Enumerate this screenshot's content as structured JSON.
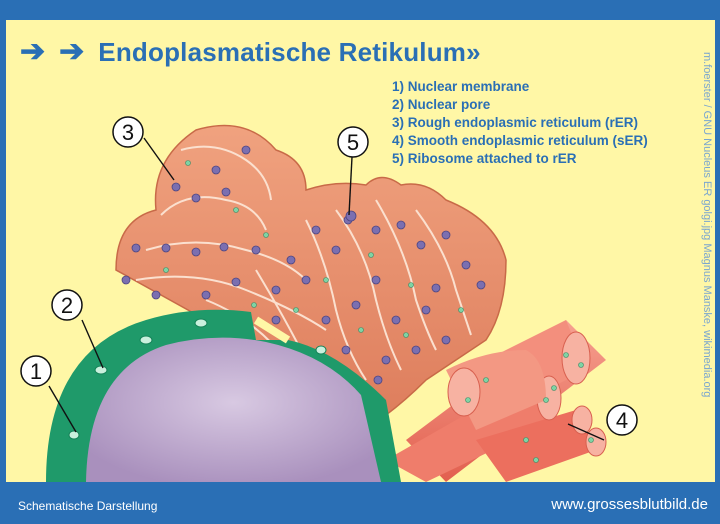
{
  "header": {
    "title": "Endoplasmatische Retikulum»",
    "arrow_icons": [
      "arrow-right-icon",
      "arrow-right-icon"
    ]
  },
  "legend": [
    "1) Nuclear membrane",
    "2) Nuclear pore",
    "3) Rough endoplasmic reticulum (rER)",
    "4) Smooth endoplasmic reticulum (sER)",
    "5) Ribosome attached to rER"
  ],
  "labels": [
    "1",
    "2",
    "3",
    "4",
    "5"
  ],
  "credit": "m.foerster / GNU Nucleus ER golgi.jpg Magnus Manske, wikimedia.org",
  "footer": {
    "left": "Schematische Darstellung",
    "right": "www.grossesblutbild.de"
  },
  "colors": {
    "frame": "#2a6fb5",
    "panel": "#fff7a6",
    "title": "#2a6fb5",
    "membrane": "#1f9a6a",
    "nucleus": "#b9a3c9",
    "rer": "#e98d6b",
    "ser": "#f07a6a",
    "ribosome": "#7b6fb0"
  }
}
